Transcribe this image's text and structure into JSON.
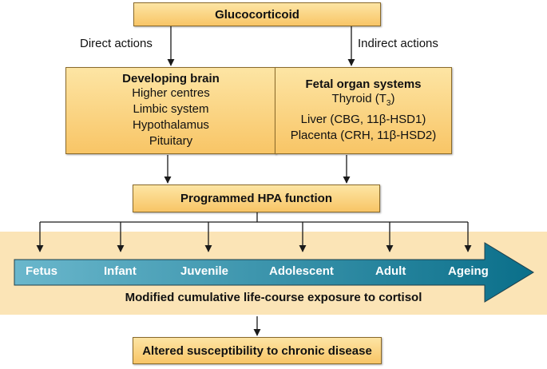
{
  "top_box": "Glucocorticoid",
  "direct_label": "Direct actions",
  "indirect_label": "Indirect actions",
  "brain_box": {
    "title": "Developing brain",
    "lines": [
      "Higher centres",
      "Limbic system",
      "Hypothalamus",
      "Pituitary"
    ]
  },
  "organ_box": {
    "title": "Fetal organ systems",
    "thyroid": "Thyroid (T",
    "thyroid_sub": "3",
    "thyroid_end": ")",
    "liver": "Liver (CBG, 11β-HSD1)",
    "placenta": "Placenta (CRH, 11β-HSD2)"
  },
  "hpa_box": "Programmed HPA function",
  "stages": [
    "Fetus",
    "Infant",
    "Juvenile",
    "Adolescent",
    "Adult",
    "Ageing"
  ],
  "band_caption": "Modified cumulative life-course exposure to cortisol",
  "outcome_box": "Altered susceptibility to chronic disease",
  "colors": {
    "box_fill_top": "#fde5a4",
    "box_fill_bottom": "#f8c566",
    "band": "#fbe4b6",
    "arrow_light": "#6ab7cc",
    "arrow_dark": "#0a6f8a"
  }
}
